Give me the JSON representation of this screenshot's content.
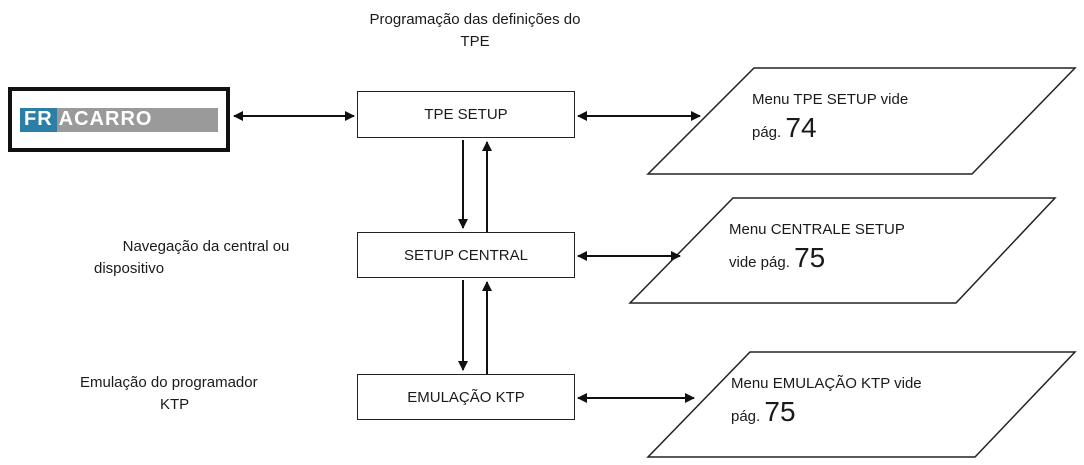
{
  "title_top": [
    "Programação das definições do",
    "TPE"
  ],
  "left_labels": {
    "navigation": [
      "Navegação da central ou",
      "dispositivo"
    ],
    "emulation": [
      "Emulação do programador",
      "KTP"
    ]
  },
  "logo": {
    "part1": "FR",
    "part2": "ACARRO"
  },
  "boxes": {
    "tpe_setup": "TPE SETUP",
    "setup_central": "SETUP CENTRAL",
    "emulacao_ktp": "EMULAÇÃO KTP"
  },
  "menus": {
    "tpe": {
      "line1": "Menu TPE SETUP vide",
      "prefix": "pág.",
      "page": "74"
    },
    "centrale": {
      "line1": "Menu CENTRALE SETUP",
      "prefix": "vide pág.",
      "page": "75"
    },
    "ktp": {
      "line1": "Menu EMULAÇÃO KTP vide",
      "prefix": "pág.",
      "page": "75"
    }
  }
}
